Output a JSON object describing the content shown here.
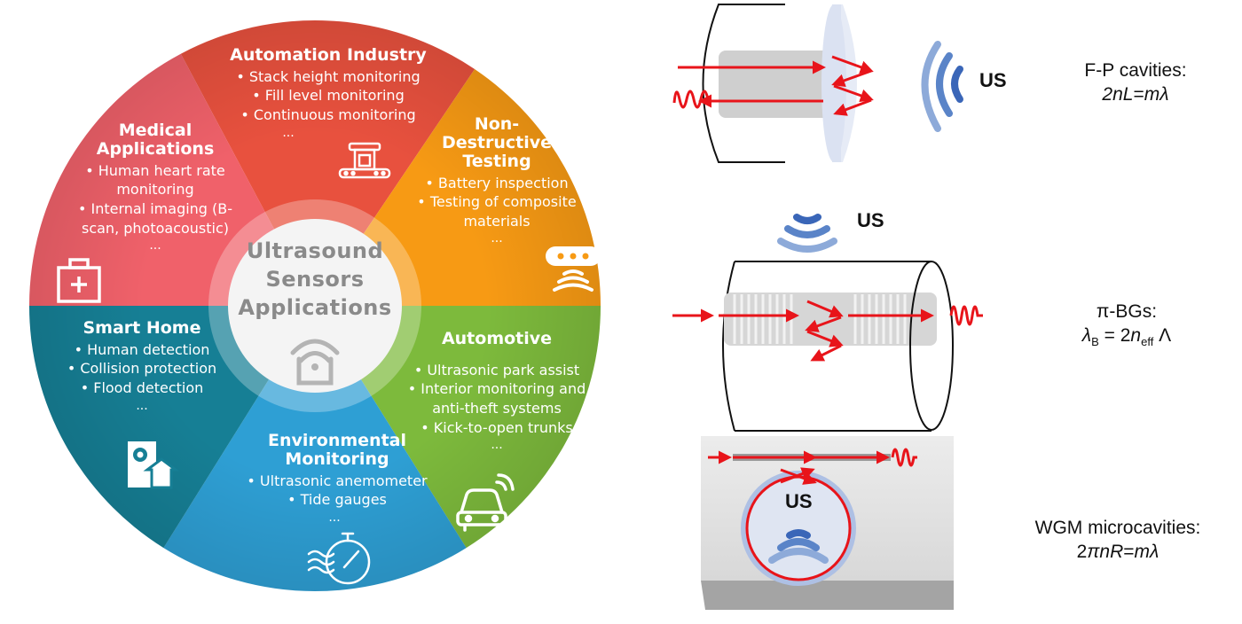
{
  "wheel": {
    "center_title": [
      "Ultrasound",
      "Sensors",
      "Applications"
    ],
    "center_icon": "wifi-sensor-icon",
    "segments": [
      {
        "key": "automation",
        "title": "Automation Industry",
        "items": [
          "• Stack height monitoring",
          "• Fill level monitoring",
          "• Continuous monitoring"
        ],
        "more": "...",
        "icon": "conveyor-machine-icon",
        "color": "#e8513e"
      },
      {
        "key": "ndt",
        "title_lines": [
          "Non-",
          "Destructive",
          "Testing"
        ],
        "items": [
          "• Battery inspection",
          "•  Testing of composite",
          "materials"
        ],
        "more": "...",
        "icon": "ultrasonic-probe-icon",
        "color": "#f79a14"
      },
      {
        "key": "automotive",
        "title": "Automotive",
        "items": [
          "• Ultrasonic park assist",
          "•  Interior monitoring and",
          "anti-theft systems",
          "• Kick-to-open trunks"
        ],
        "more": "...",
        "icon": "connected-car-icon",
        "color": "#7dba3c"
      },
      {
        "key": "environmental",
        "title_lines": [
          "Environmental",
          "Monitoring"
        ],
        "items": [
          "• Ultrasonic anemometer",
          "• Tide gauges"
        ],
        "more": "...",
        "icon": "wind-gauge-icon",
        "color": "#2e9fd4"
      },
      {
        "key": "smarthome",
        "title": "Smart Home",
        "items": [
          "• Human detection",
          "• Collision protection",
          "• Flood detection"
        ],
        "more": "...",
        "icon": "smart-home-sensor-icon",
        "color": "#167f95"
      },
      {
        "key": "medical",
        "title_lines": [
          "Medical",
          "Applications"
        ],
        "items": [
          "• Human heart rate",
          "monitoring",
          "• Internal imaging (B-",
          "scan, photoacoustic)"
        ],
        "more": "...",
        "icon": "medical-kit-icon",
        "color": "#f0616a"
      }
    ]
  },
  "sensors": [
    {
      "key": "fp",
      "us_label": "US",
      "name": "F-P cavities:",
      "formula_parts": [
        "2",
        "nL",
        "=",
        "m",
        "λ"
      ]
    },
    {
      "key": "pibg",
      "us_label": "US",
      "name": "π-BGs:",
      "formula": {
        "lambda": "λ",
        "lambda_sub": "B",
        "eq": " = 2",
        "n": "n",
        "n_sub": "eff",
        "period": " Λ"
      }
    },
    {
      "key": "wgm",
      "us_label": "US",
      "name": "WGM microcavities:",
      "formula_parts": [
        "2",
        "πnR",
        "=",
        "m",
        "λ"
      ]
    }
  ],
  "colors": {
    "laser": "#e8141a",
    "wave_dark": "#3a66b8",
    "wave_mid": "#5a84c8",
    "wave_light": "#8daad9",
    "center_gray": "#8a8a8a"
  }
}
